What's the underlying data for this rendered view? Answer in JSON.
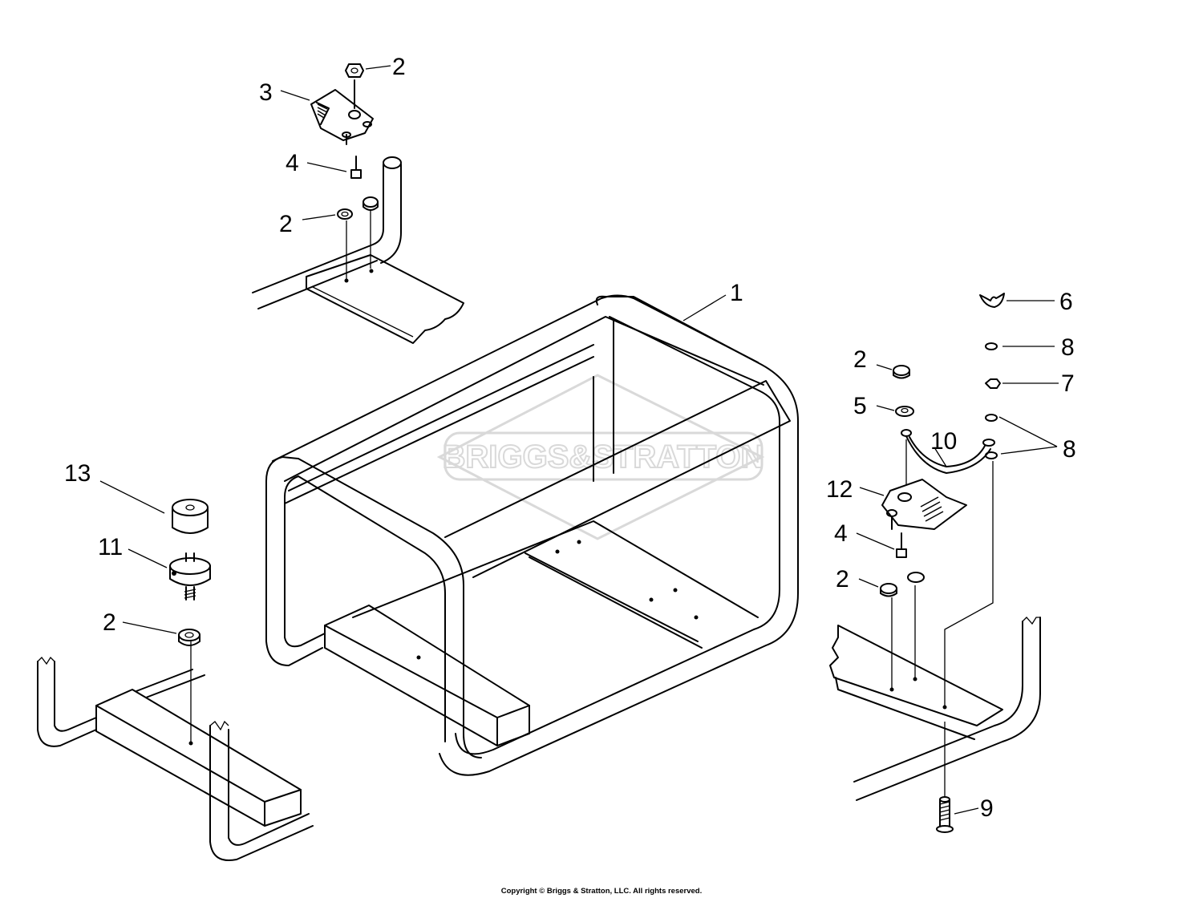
{
  "watermark": {
    "text": "BRIGGS&STRATTON",
    "color": "#d9d9d9"
  },
  "copyright": "Copyright © Briggs & Stratton, LLC. All rights reserved.",
  "callouts": {
    "c1": "1",
    "c2a": "2",
    "c2b": "2",
    "c2c": "2",
    "c2d": "2",
    "c2e": "2",
    "c3": "3",
    "c4a": "4",
    "c4b": "4",
    "c5": "5",
    "c6": "6",
    "c7": "7",
    "c8a": "8",
    "c8b": "8",
    "c9": "9",
    "c10": "10",
    "c11": "11",
    "c12": "12",
    "c13": "13"
  }
}
